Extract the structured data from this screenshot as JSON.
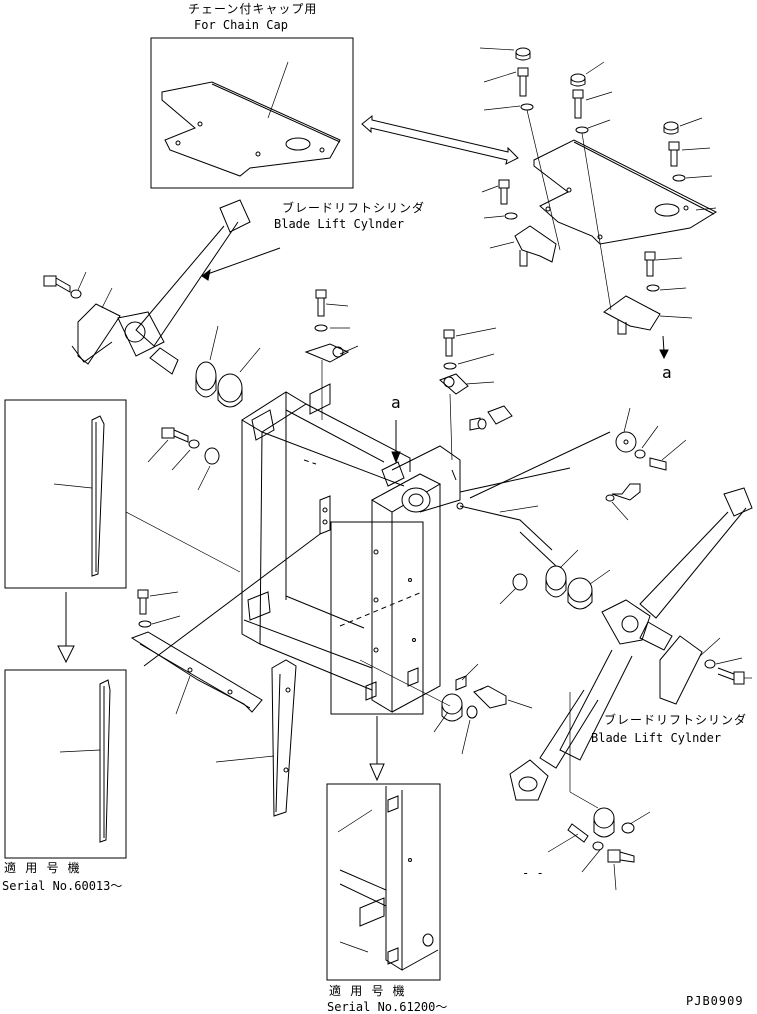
{
  "labels": {
    "chain_cap_jp": "チェーン付キャップ用",
    "chain_cap_en": "For Chain Cap",
    "blade_lift_jp_1": "ブレードリフトシリンダ",
    "blade_lift_en_1": "Blade Lift Cylnder",
    "blade_lift_jp_2": "ブレードリフトシリンダ",
    "blade_lift_en_2": "Blade Lift Cylnder",
    "ref_a_1": "a",
    "ref_a_2": "a",
    "applicable_jp_1": "適 用 号 機",
    "serial_1": "Serial No.60013～",
    "applicable_jp_2": "適 用 号 機",
    "serial_2": "Serial No.61200～",
    "drawing_code": "PJB0909",
    "dash_mark": "- -"
  }
}
